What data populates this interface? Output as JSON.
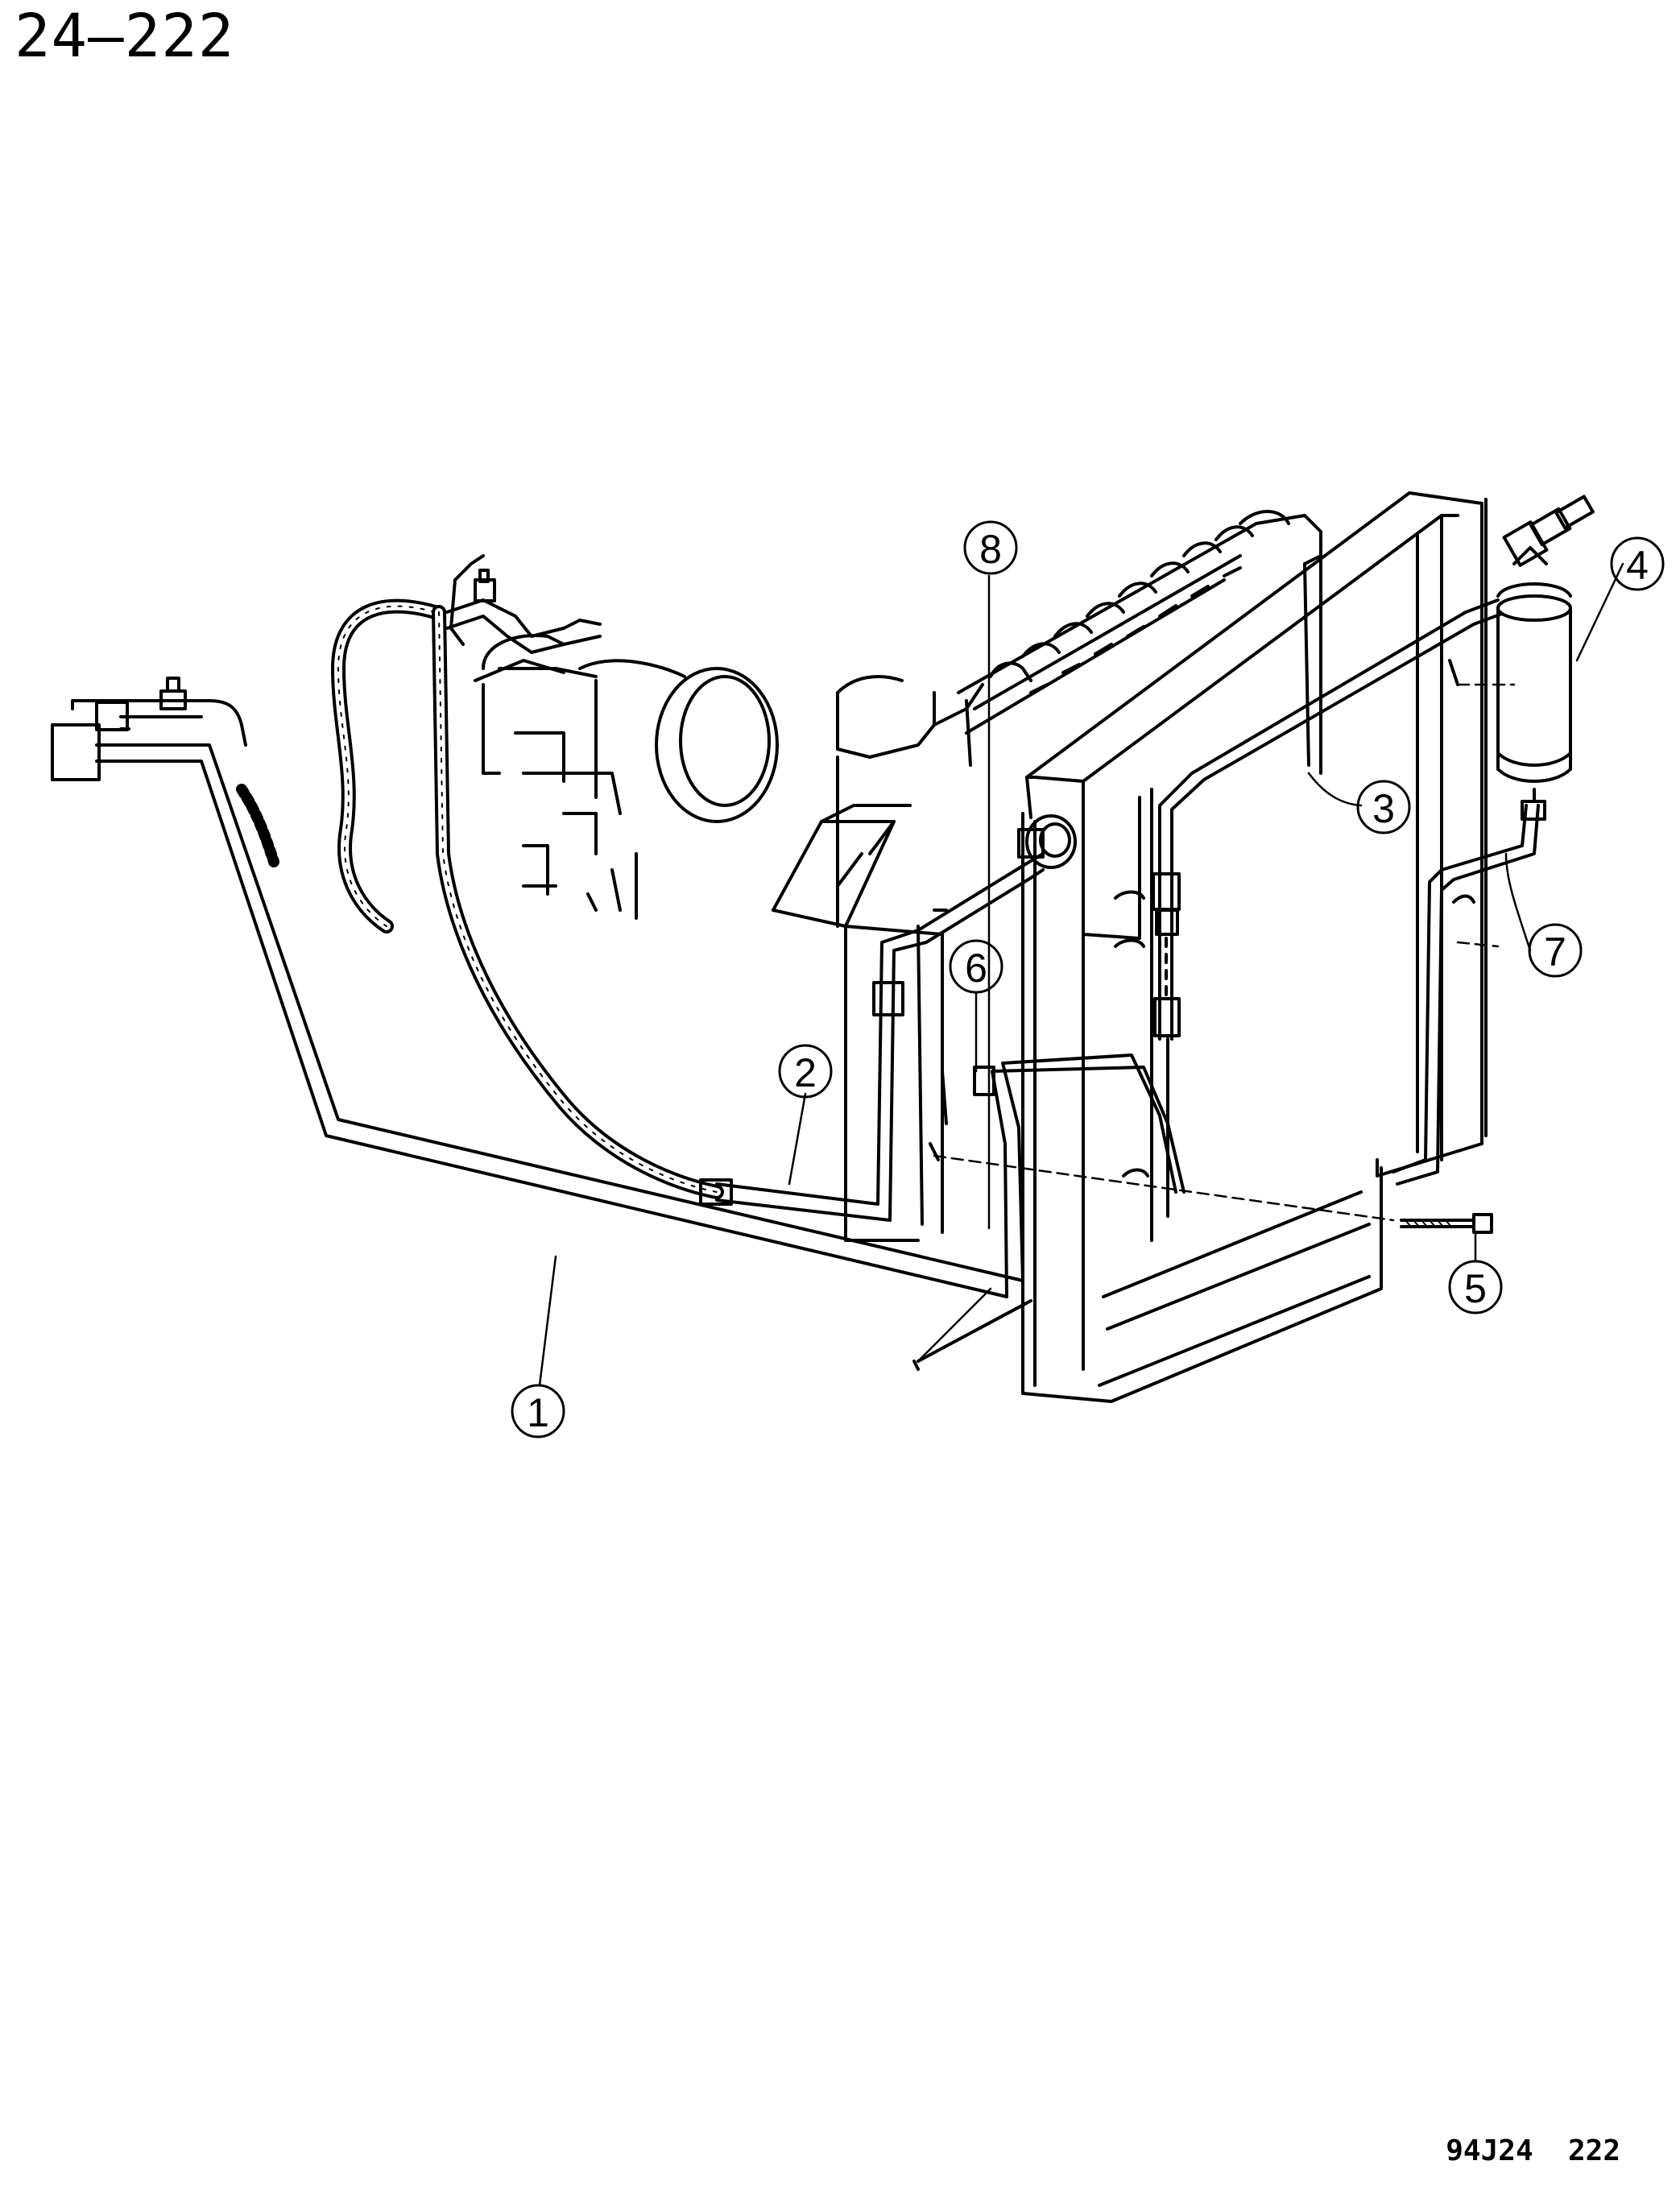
{
  "header": {
    "page_number": "24—222"
  },
  "footer": {
    "figure_code": "94J24  222"
  },
  "callouts": [
    "1",
    "2",
    "3",
    "4",
    "5",
    "6",
    "7",
    "8"
  ]
}
